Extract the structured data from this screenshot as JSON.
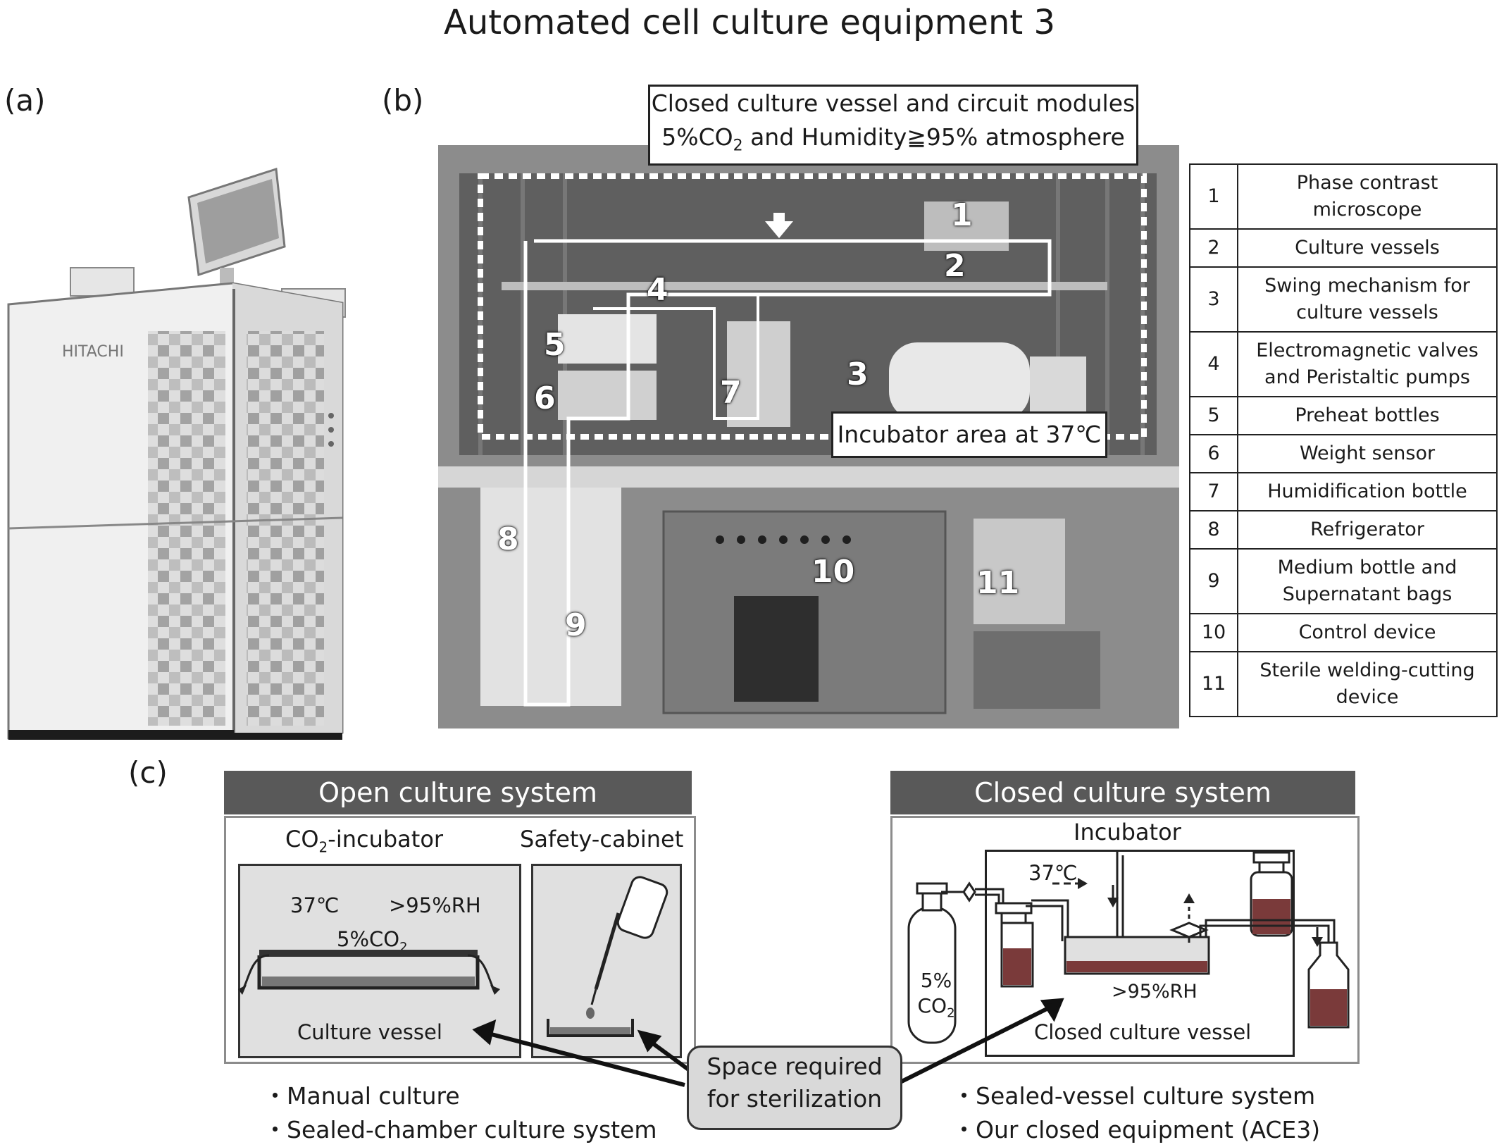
{
  "title": "Automated cell culture equipment 3",
  "panel_labels": {
    "a": "(a)",
    "b": "(b)",
    "c": "(c)"
  },
  "panel_a": {
    "brand": "HITACHI"
  },
  "panel_b": {
    "callout_top_line1": "Closed culture vessel and circuit modules",
    "callout_top_line2_pre": "5%CO",
    "callout_top_line2_sub": "2",
    "callout_top_line2_post": " and Humidity≧95% atmosphere",
    "callout_incubator": "Incubator area at 37℃",
    "numbers": [
      "1",
      "2",
      "3",
      "4",
      "5",
      "6",
      "7",
      "8",
      "9",
      "10",
      "11"
    ]
  },
  "legend": [
    {
      "num": "1",
      "label": "Phase contrast microscope"
    },
    {
      "num": "2",
      "label": "Culture vessels"
    },
    {
      "num": "3",
      "label": "Swing mechanism for culture vessels"
    },
    {
      "num": "4",
      "label": "Electromagnetic valves and Peristaltic pumps"
    },
    {
      "num": "5",
      "label": "Preheat bottles"
    },
    {
      "num": "6",
      "label": "Weight sensor"
    },
    {
      "num": "7",
      "label": "Humidification bottle"
    },
    {
      "num": "8",
      "label": "Refrigerator"
    },
    {
      "num": "9",
      "label": "Medium bottle and Supernatant bags"
    },
    {
      "num": "10",
      "label": "Control device"
    },
    {
      "num": "11",
      "label": "Sterile welding-cutting device"
    }
  ],
  "panel_c": {
    "open": {
      "title": "Open culture system",
      "incubator_label_pre": "CO",
      "incubator_label_sub": "2",
      "incubator_label_post": "-incubator",
      "cabinet_label": "Safety-cabinet",
      "temp": "37℃",
      "rh": ">95%RH",
      "co2_pre": "5%CO",
      "co2_sub": "2",
      "vessel_label": "Culture vessel",
      "bullets": [
        "・Manual culture",
        "・Sealed-chamber culture system"
      ]
    },
    "closed": {
      "title": "Closed culture system",
      "incubator_label": "Incubator",
      "temp": "37℃",
      "rh": ">95%RH",
      "tank_line1": "5%",
      "tank_line2_pre": "CO",
      "tank_line2_sub": "2",
      "vessel_label": "Closed culture vessel",
      "bullets": [
        "・Sealed-vessel culture system",
        "・Our closed equipment (ACE3)"
      ]
    },
    "center_line1": "Space required",
    "center_line2": "for sterilization"
  }
}
